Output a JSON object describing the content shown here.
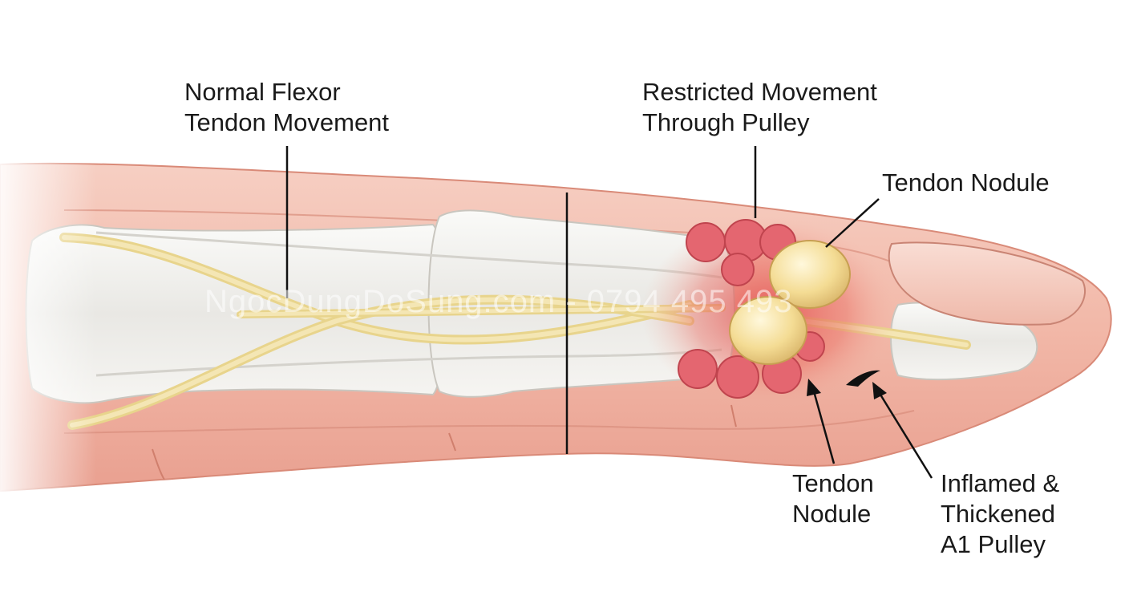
{
  "labels": {
    "normal_movement": [
      "Normal Flexor",
      "Tendon Movement"
    ],
    "restricted_movement": [
      "Restricted Movement",
      "Through Pulley"
    ],
    "tendon_nodule_top": [
      "Tendon Nodule"
    ],
    "tendon_nodule_bottom": [
      "Tendon",
      "Nodule"
    ],
    "pulley": [
      "Inflamed &",
      "Thickened",
      "A1 Pulley"
    ]
  },
  "watermark": "NgocDungDoSung.com - 0794 495 493",
  "colors": {
    "skin": "#f2b8a8",
    "skin_dark": "#e2917f",
    "bone": "#eeedea",
    "tendon": "#efe0a2",
    "inflammation": "#e24c4c",
    "nodule": "#f4dc94",
    "leader_line": "#111111"
  }
}
